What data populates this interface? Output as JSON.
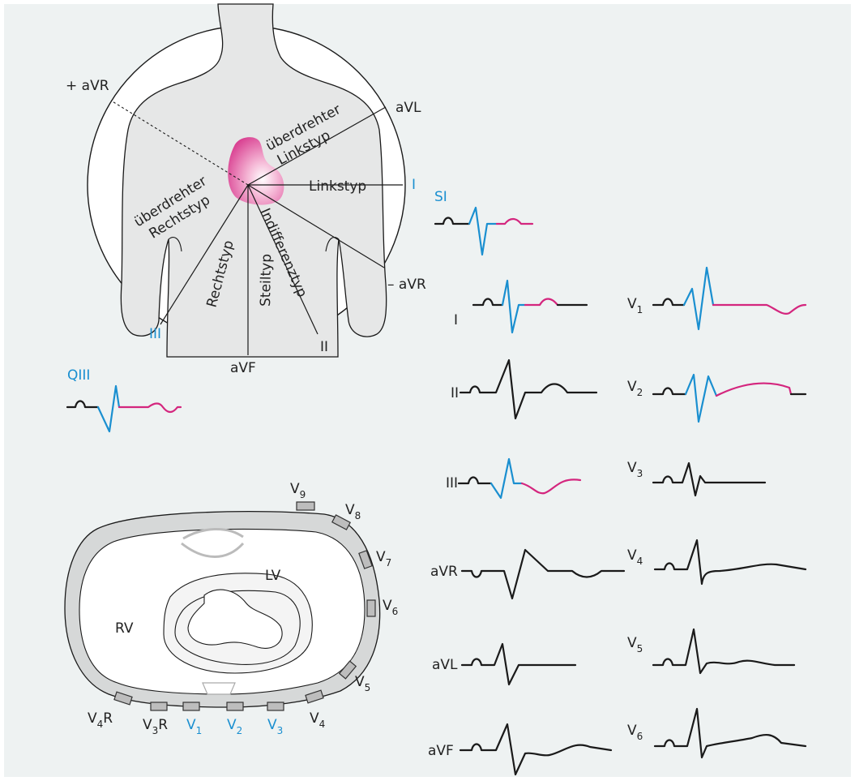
{
  "colors": {
    "background": "#eef2f2",
    "accent_blue": "#1a8fd0",
    "accent_magenta": "#d4267e",
    "line": "#1a1a1a"
  },
  "axes": {
    "avr_plus": "+ aVR",
    "avl": "aVL",
    "i": "I",
    "avr_minus": "– aVR",
    "ii": "II",
    "iii": "III",
    "avf": "aVF"
  },
  "types": {
    "ueberdrehter_linkstyp_1": "überdrehter",
    "ueberdrehter_linkstyp_2": "Linkstyp",
    "linkstyp": "Linkstyp",
    "ueberdrehter_rechtstyp_1": "überdrehter",
    "ueberdrehter_rechtstyp_2": "Rechtstyp",
    "rechtstyp": "Rechtstyp",
    "steiltyp": "Steiltyp",
    "indifferenztyp": "Indifferenztyp"
  },
  "markers": {
    "si": "SI",
    "qiii": "QIII"
  },
  "limb_leads": [
    "I",
    "II",
    "III",
    "aVR",
    "aVL",
    "aVF"
  ],
  "chest_leads": [
    {
      "base": "V",
      "sub": "1"
    },
    {
      "base": "V",
      "sub": "2"
    },
    {
      "base": "V",
      "sub": "3"
    },
    {
      "base": "V",
      "sub": "4"
    },
    {
      "base": "V",
      "sub": "5"
    },
    {
      "base": "V",
      "sub": "6"
    }
  ],
  "cross_section": {
    "lv": "LV",
    "rv": "RV",
    "electrodes": [
      {
        "base": "V",
        "sub": "9",
        "suffix": ""
      },
      {
        "base": "V",
        "sub": "8",
        "suffix": ""
      },
      {
        "base": "V",
        "sub": "7",
        "suffix": ""
      },
      {
        "base": "V",
        "sub": "6",
        "suffix": ""
      },
      {
        "base": "V",
        "sub": "5",
        "suffix": ""
      },
      {
        "base": "V",
        "sub": "4",
        "suffix": ""
      },
      {
        "base": "V",
        "sub": "3",
        "suffix": ""
      },
      {
        "base": "V",
        "sub": "2",
        "suffix": ""
      },
      {
        "base": "V",
        "sub": "1",
        "suffix": ""
      },
      {
        "base": "V",
        "sub": "3",
        "suffix": "R"
      },
      {
        "base": "V",
        "sub": "4",
        "suffix": "R"
      }
    ]
  }
}
